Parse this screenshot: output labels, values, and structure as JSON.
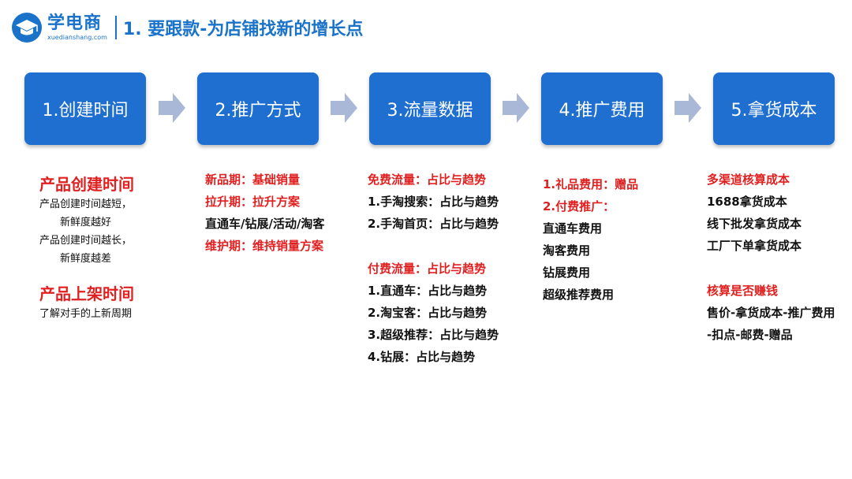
{
  "header": {
    "logo_name": "学电商",
    "logo_url": "xuedianshang.com",
    "title": "1. 要跟款-为店铺找新的增长点"
  },
  "steps": [
    {
      "label": "1.创建时间"
    },
    {
      "label": "2.推广方式"
    },
    {
      "label": "3.流量数据"
    },
    {
      "label": "4.推广费用"
    },
    {
      "label": "5.拿货成本"
    }
  ],
  "col1": {
    "h1": "产品创建时间",
    "l1": "产品创建时间越短，",
    "l2": "新鲜度越好",
    "l3": "产品创建时间越长，",
    "l4": "新鲜度越差",
    "h2": "产品上架时间",
    "l5": "了解对手的上新周期"
  },
  "col2": {
    "l1": "新品期：基础销量",
    "l2": "拉升期：拉升方案",
    "l3": "直通车/钻展/活动/淘客",
    "l4": "维护期：维持销量方案"
  },
  "col3": {
    "h1": "免费流量：占比与趋势",
    "l1": "1.手淘搜索：占比与趋势",
    "l2": "2.手淘首页：占比与趋势",
    "h2": "付费流量：占比与趋势",
    "l3": "1.直通车：占比与趋势",
    "l4": "2.淘宝客：占比与趋势",
    "l5": "3.超级推荐：占比与趋势",
    "l6": "4.钻展：占比与趋势"
  },
  "col4": {
    "h1": "1.礼品费用：赠品",
    "h2": "2.付费推广：",
    "l1": "直通车费用",
    "l2": "淘客费用",
    "l3": "钻展费用",
    "l4": "超级推荐费用"
  },
  "col5": {
    "h1": "多渠道核算成本",
    "l1": "1688拿货成本",
    "l2": "线下批发拿货成本",
    "l3": "工厂下单拿货成本",
    "h2": "核算是否赚钱",
    "l4": "售价-拿货成本-推广费用",
    "l5": "-扣点-邮费-赠品"
  },
  "colors": {
    "brand_blue": "#1a73c9",
    "step_blue": "#1f6fd1",
    "highlight_red": "#e02020",
    "arrow_gray": "#aab8d8"
  },
  "icons": [
    "graduation-cap-icon",
    "right-arrow-icon"
  ]
}
